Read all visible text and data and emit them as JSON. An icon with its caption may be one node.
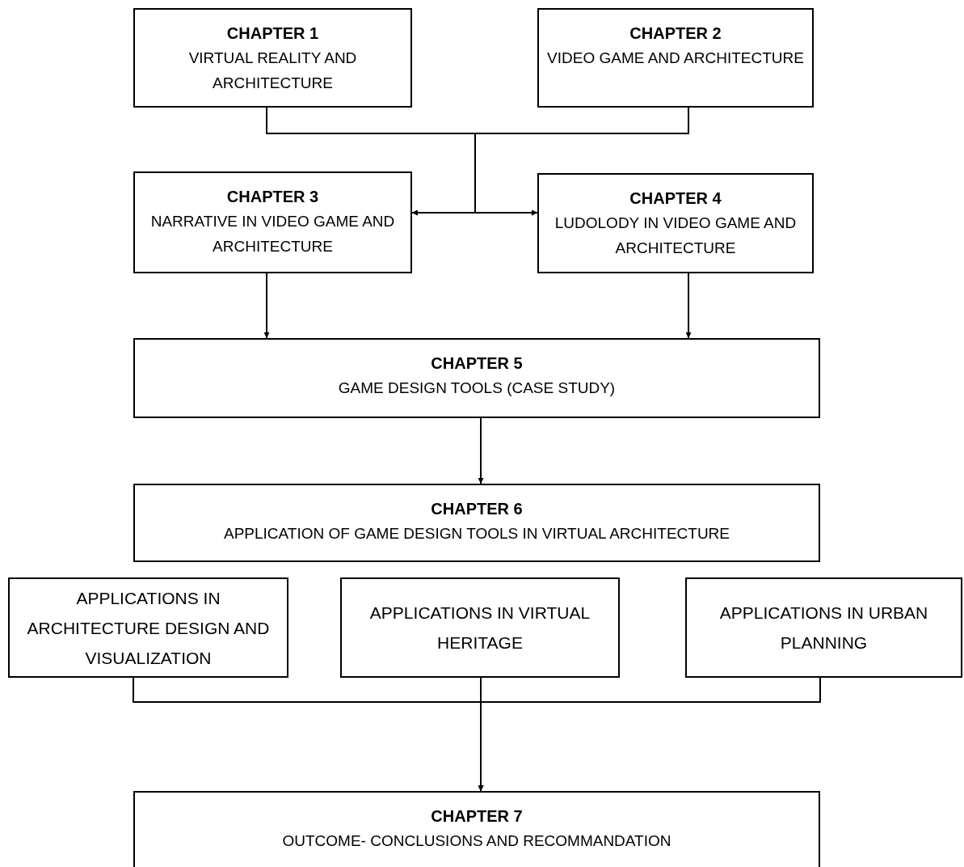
{
  "diagram": {
    "nodes": [
      {
        "text": [
          "CHAPTER 1",
          "VIRTUAL REALITY AND ARCHITECTURE"
        ]
      },
      {
        "text": [
          "CHAPTER 2",
          "VIDEO GAME AND ARCHITECTURE"
        ]
      },
      {
        "text": [
          "CHAPTER 3",
          "NARRATIVE IN VIDEO GAME AND ARCHITECTURE"
        ]
      },
      {
        "text": [
          "CHAPTER 4",
          "LUDOLODY IN VIDEO GAME AND ARCHITECTURE"
        ]
      },
      {
        "text": [
          "CHAPTER 5",
          "GAME DESIGN TOOLS (CASE STUDY)"
        ]
      },
      {
        "text": [
          "CHAPTER 6",
          "APPLICATION OF GAME DESIGN TOOLS IN VIRTUAL ARCHITECTURE"
        ]
      },
      {
        "text": [
          "APPLICATIONS IN ARCHITECTURE DESIGN AND VISUALIZATION"
        ]
      },
      {
        "text": [
          "APPLICATIONS IN VIRTUAL HERITAGE"
        ]
      },
      {
        "text": [
          "APPLICATIONS IN URBAN PLANNING"
        ]
      },
      {
        "text": [
          "CHAPTER 7",
          "OUTCOME- CONCLUSIONS AND RECOMMANDATION"
        ]
      }
    ],
    "edges": [
      {
        "from": 0,
        "to": 2,
        "arrow": "to"
      },
      {
        "from": 0,
        "to": 3,
        "arrow": "to"
      },
      {
        "from": 1,
        "to": 2,
        "arrow": "to"
      },
      {
        "from": 1,
        "to": 3,
        "arrow": "to"
      },
      {
        "from": 2,
        "to": 4,
        "arrow": "to"
      },
      {
        "from": 3,
        "to": 4,
        "arrow": "to"
      },
      {
        "from": 4,
        "to": 5,
        "arrow": "to"
      },
      {
        "from": 6,
        "to": 9,
        "arrow": "to"
      },
      {
        "from": 7,
        "to": 9,
        "arrow": "to"
      },
      {
        "from": 8,
        "to": 9,
        "arrow": "to"
      }
    ]
  }
}
